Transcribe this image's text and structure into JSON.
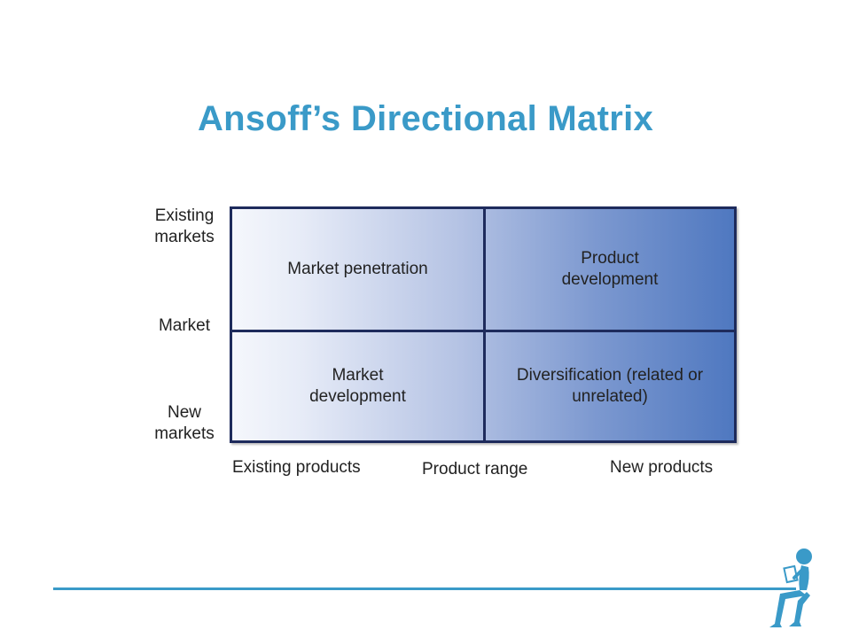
{
  "slide": {
    "title": "Ansoff’s Directional Matrix"
  },
  "matrix": {
    "cells": {
      "top_left": "Market penetration",
      "top_right": "Product development",
      "bottom_left": "Market development",
      "bottom_right": "Diversification (related or unrelated)"
    },
    "y_axis": {
      "top": "Existing markets",
      "middle": "Market",
      "bottom": "New markets"
    },
    "x_axis": {
      "left": "Existing products",
      "middle": "Product range",
      "right": "New products"
    }
  },
  "colors": {
    "title": "#3a9ac8",
    "border": "#1e2b5c",
    "gradient_light": "#f5f7fc",
    "gradient_dark": "#4f78c0",
    "footer_line": "#3a9ac8"
  },
  "icons": {
    "footer_figure": "person-sitting-reading-icon"
  }
}
